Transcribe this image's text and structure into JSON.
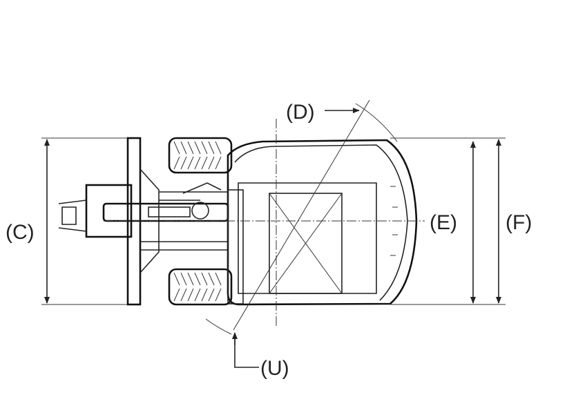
{
  "labels": {
    "c": "(C)",
    "d": "(D)",
    "e": "(E)",
    "f": "(F)",
    "u": "(U)"
  }
}
